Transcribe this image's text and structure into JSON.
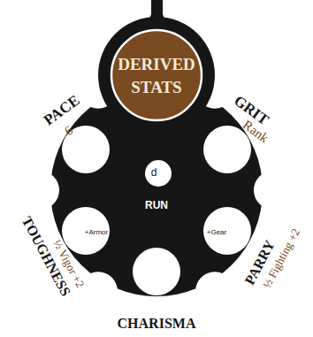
{
  "diagram": {
    "nodes": [
      {
        "text": [
          "DERIVED STATS"
        ]
      },
      {
        "text": [
          "RUN"
        ]
      },
      {
        "text": [
          "d"
        ],
        "in": 1
      },
      {
        "text": [
          "PACE",
          "6"
        ],
        "in": 1
      },
      {
        "text": [
          "GRIT",
          "Rank"
        ],
        "in": 1
      },
      {
        "text": [
          "TOUGHNESS",
          "½ Vigor +2",
          "+Armor"
        ],
        "in": 1
      },
      {
        "text": [
          "PARRY",
          "½ Fighting +2",
          "+Gear"
        ],
        "in": 1
      },
      {
        "text": [
          "CHARISMA"
        ],
        "in": 1
      }
    ]
  }
}
